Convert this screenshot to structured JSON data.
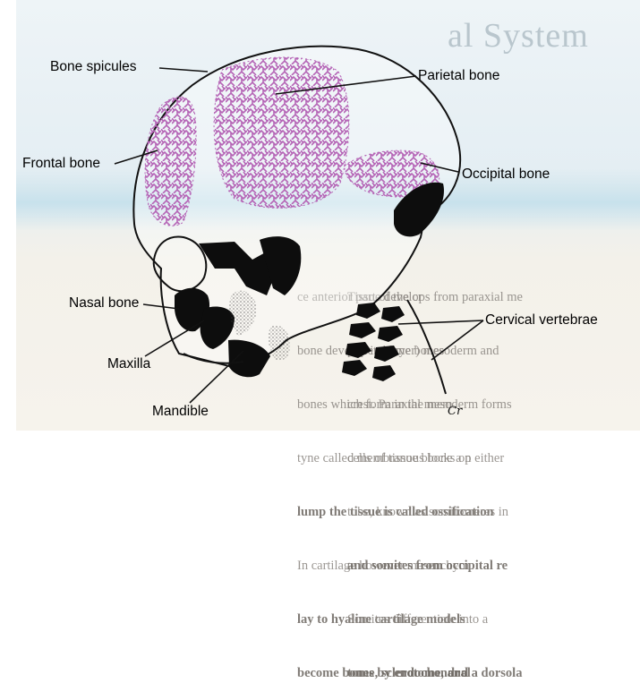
{
  "background": {
    "heading": "al System",
    "text_left": [
      "ce anterior part of the cr",
      "bone develop in some bones",
      "bones which form in the mem",
      "tyne called membranous bone a p",
      "lump the tissue is called ossification",
      "In cartilage however mesenchym",
      "lay to hyaline cartilage models",
      "become bones by endochondral"
    ],
    "text_right": [
      "Tissue develops from paraxial me",
      "parietal layer) mesoderm and",
      "crest. Paraxial mesoderm forms",
      "cells of tissue blocks on either",
      "tube, known as somitomeres in",
      "and somites from occipital re",
      "Somites differentiate into a",
      "tome, sclerotome, and a dorsola"
    ]
  },
  "labels": {
    "bone_spicules": "Bone spicules",
    "parietal_bone": "Parietal bone",
    "frontal_bone": "Frontal bone",
    "occipital_bone": "Occipital bone",
    "nasal_bone": "Nasal bone",
    "cervical_vertebrae": "Cervical vertebrae",
    "maxilla": "Maxilla",
    "mandible": "Mandible"
  },
  "handwritten_mark": "Cr",
  "colors": {
    "ossification": "#b565b6",
    "bone_dark": "#0d0d0d",
    "outline": "#111111"
  }
}
